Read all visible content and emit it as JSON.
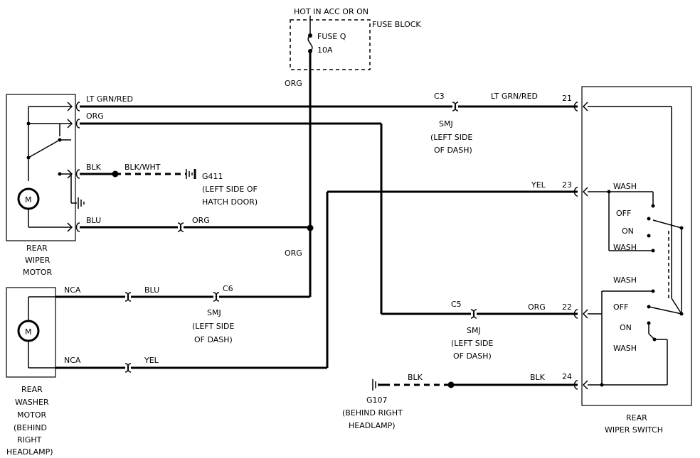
{
  "power": {
    "hot_label": "HOT IN ACC OR ON",
    "fuse_block_label": "FUSE BLOCK",
    "fuse_name": "FUSE Q",
    "fuse_rating": "10A"
  },
  "wire_labels": {
    "org_from_fuse": "ORG",
    "ltgrn_red_left": "LT GRN/RED",
    "org_top": "ORG",
    "blk_motor": "BLK",
    "blk_wht": "BLK/WHT",
    "blu_motor": "BLU",
    "org_motor": "ORG",
    "org_vertical": "ORG",
    "yel_23": "YEL",
    "ltgrn_red_right": "LT GRN/RED",
    "org_22": "ORG",
    "nca_top": "NCA",
    "blu_washer": "BLU",
    "nca_bottom": "NCA",
    "yel_washer": "YEL",
    "blk_g107": "BLK",
    "blk_24": "BLK"
  },
  "connectors": {
    "c3": {
      "name": "C3",
      "type": "SMJ",
      "loc1": "(LEFT SIDE",
      "loc2": "OF DASH)"
    },
    "c6": {
      "name": "C6",
      "type": "SMJ",
      "loc1": "(LEFT SIDE",
      "loc2": "OF DASH)"
    },
    "c5": {
      "name": "C5",
      "type": "SMJ",
      "loc1": "(LEFT SIDE",
      "loc2": "OF DASH)"
    }
  },
  "grounds": {
    "g411": {
      "name": "G411",
      "loc1": "(LEFT SIDE OF",
      "loc2": "HATCH DOOR)"
    },
    "g107": {
      "name": "G107",
      "loc1": "(BEHIND RIGHT",
      "loc2": "HEADLAMP)"
    }
  },
  "pins": {
    "p21": "21",
    "p23": "23",
    "p22": "22",
    "p24": "24"
  },
  "wiper_motor": {
    "line1": "REAR",
    "line2": "WIPER",
    "line3": "MOTOR",
    "symbol": "M"
  },
  "washer_motor": {
    "line1": "REAR",
    "line2": "WASHER",
    "line3": "MOTOR",
    "line4": "(BEHIND",
    "line5": "RIGHT",
    "line6": "HEADLAMP)",
    "symbol": "M"
  },
  "switch": {
    "label1": "REAR",
    "label2": "WIPER SWITCH",
    "upper": {
      "wash_top": "WASH",
      "off": "OFF",
      "on": "ON",
      "wash_bottom": "WASH"
    },
    "lower": {
      "wash_top": "WASH",
      "off": "OFF",
      "on": "ON",
      "wash_bottom": "WASH"
    }
  }
}
